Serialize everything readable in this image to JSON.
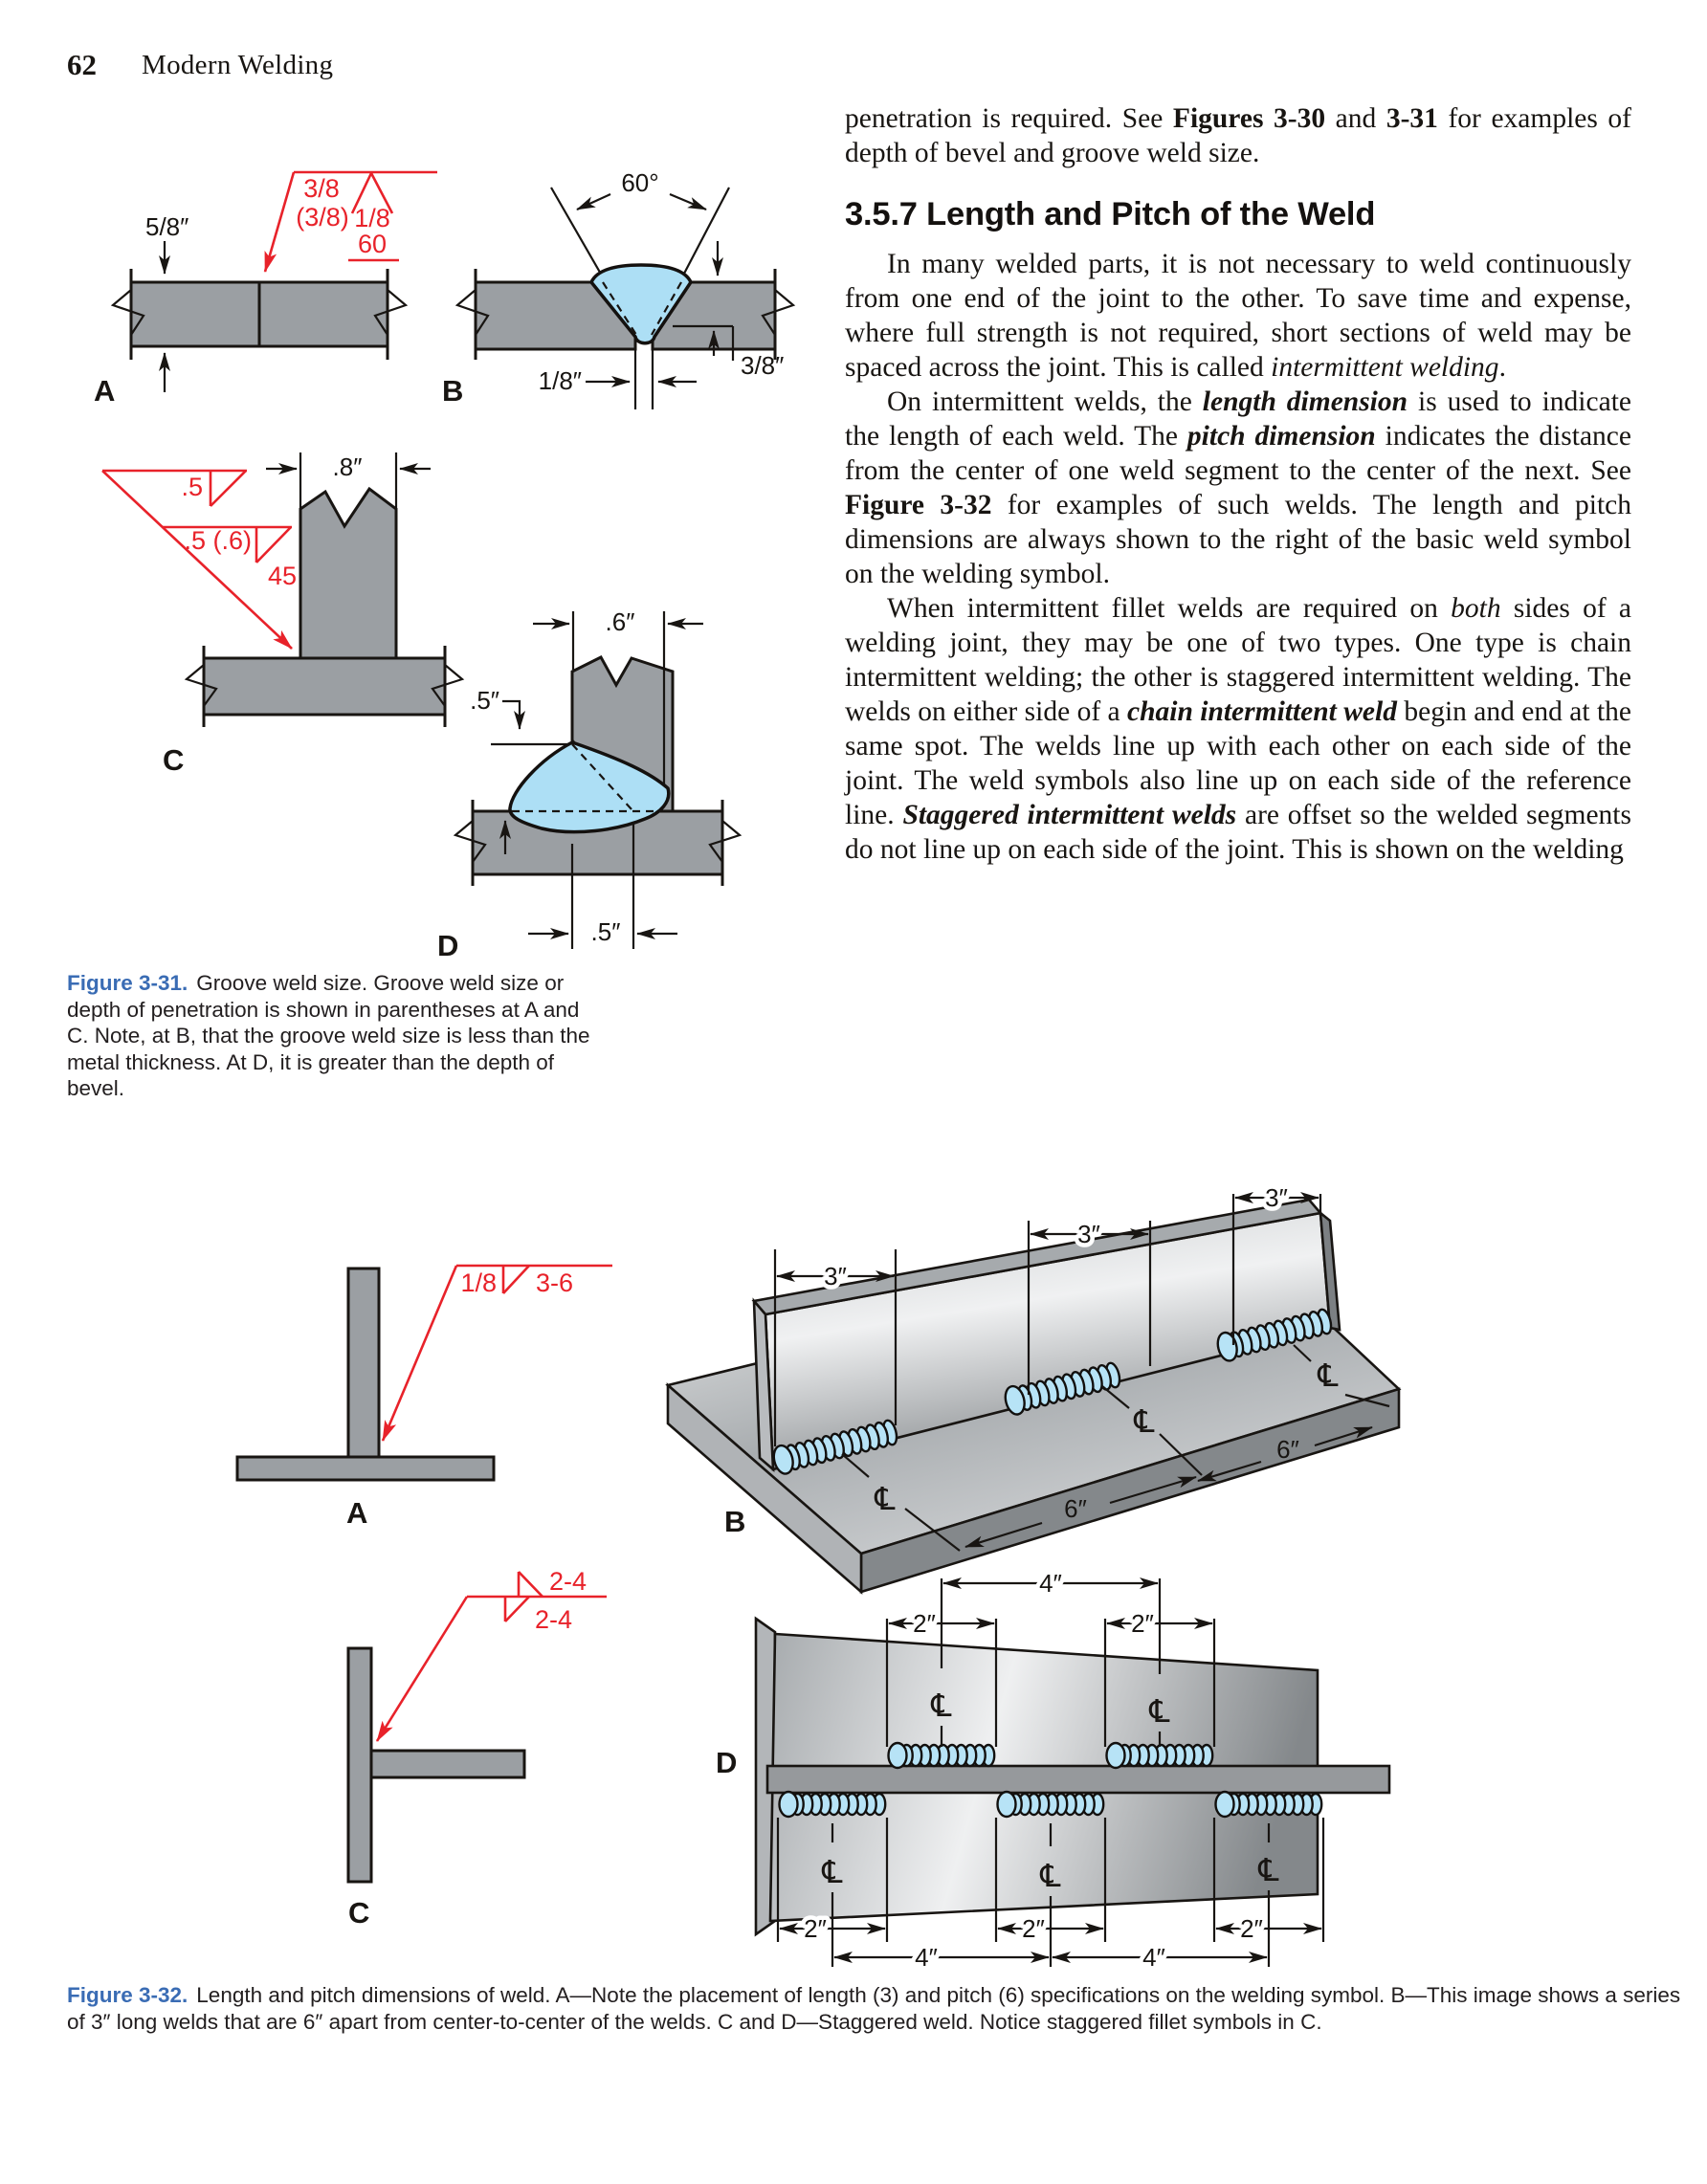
{
  "page": {
    "number": "62",
    "book_title": "Modern Welding"
  },
  "colors": {
    "red": "#e8222a",
    "weld_blue": "#addff5",
    "plate_gray": "#9b9fa3",
    "caption_blue": "#3a6cb4",
    "text": "#181512"
  },
  "article": {
    "heading": "3.5.7 Length and Pitch of the Weld",
    "para_intro": [
      {
        "t": "penetration is required. See "
      },
      {
        "t": "Figures 3-30",
        "b": true
      },
      {
        "t": " and "
      },
      {
        "t": "3-31",
        "b": true
      },
      {
        "t": " for examples of depth of bevel and groove weld size."
      }
    ],
    "para_1": [
      {
        "t": "In many welded parts, it is not necessary to weld continuously from one end of the joint to the other. To save time and expense, where full strength is not required, short sections of weld may be spaced across the joint. This is called "
      },
      {
        "t": "intermittent welding",
        "i": true
      },
      {
        "t": "."
      }
    ],
    "para_2": [
      {
        "t": "On intermittent welds, the "
      },
      {
        "t": "length dimension",
        "b": true,
        "i": true
      },
      {
        "t": " is used to indicate the length of each weld. The "
      },
      {
        "t": "pitch dimension",
        "b": true,
        "i": true
      },
      {
        "t": " indicates the distance from the center of one weld segment to the center of the next. See "
      },
      {
        "t": "Figure 3-32",
        "b": true
      },
      {
        "t": " for examples of such welds. The length and pitch dimensions are always shown to the right of the basic weld symbol on the welding symbol."
      }
    ],
    "para_3": [
      {
        "t": "When intermittent fillet welds are required on "
      },
      {
        "t": "both",
        "i": true
      },
      {
        "t": " sides of a welding joint, they may be one of two types. One type is chain intermittent welding; the other is staggered intermittent welding. The welds on either side of a "
      },
      {
        "t": "chain intermittent weld",
        "b": true,
        "i": true
      },
      {
        "t": " begin and end at the same spot. The welds line up with each other on each side of the joint. The weld symbols also line up on each side of the reference line. "
      },
      {
        "t": "Staggered intermittent welds",
        "b": true,
        "i": true
      },
      {
        "t": " are offset so the welded segments do not line up on each side of the joint. This is shown on the welding"
      }
    ]
  },
  "fig31": {
    "caption_label": "Figure 3-31.",
    "caption": "Groove weld size. Groove weld size or depth of penetration is shown in parentheses at A and C. Note, at B, that the groove weld size is less than the metal thickness. At D, it is greater than the depth of bevel.",
    "a": {
      "letter": "A",
      "thickness": "5/8″",
      "size": "3/8",
      "depth": "(3/8)",
      "root": "1/8",
      "angle": "60"
    },
    "b": {
      "letter": "B",
      "angle": "60°",
      "root": "1/8″",
      "size": "3/8″"
    },
    "c": {
      "letter": "C",
      "size1": ".5",
      "size2": ".5 (.6)",
      "angle": "45",
      "width": ".8″"
    },
    "d": {
      "letter": "D",
      "width": ".6″",
      "depth": ".5″",
      "size": ".5″"
    }
  },
  "fig32": {
    "caption_label": "Figure 3-32.",
    "caption": "Length and pitch dimensions of weld. A—Note the placement of length (3) and pitch (6) specifications on the welding symbol. B—This image shows a series of 3″ long welds that are 6″ apart from center-to-center of the welds. C and D—Staggered weld. Notice staggered fillet symbols in C.",
    "a": {
      "letter": "A",
      "symbol_size": "1/8",
      "symbol_pitch": "3-6"
    },
    "b": {
      "letter": "B",
      "weld_length": "3″",
      "pitch": "6″",
      "centerline": "℄"
    },
    "c": {
      "letter": "C",
      "symbol_top": "2-4",
      "symbol_bottom": "2-4"
    },
    "d": {
      "letter": "D",
      "weld_length": "2″",
      "pitch": "4″",
      "centerline": "℄"
    }
  }
}
